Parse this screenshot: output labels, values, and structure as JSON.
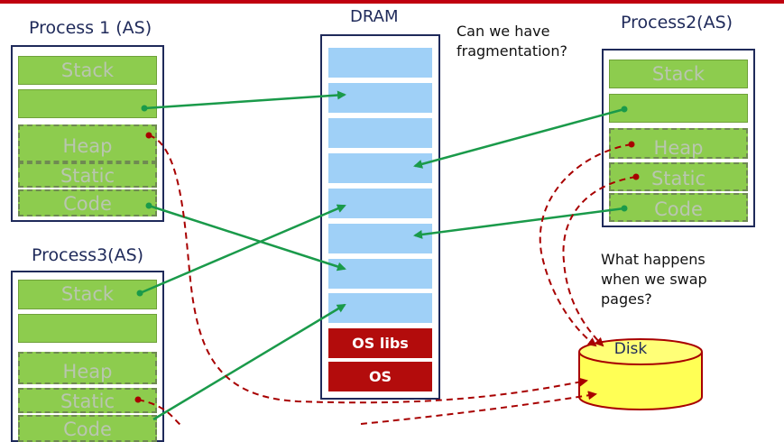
{
  "dram": {
    "title": "DRAM",
    "os_libs": "OS libs",
    "os": "OS"
  },
  "process1": {
    "title": "Process 1 (AS)",
    "stack": "Stack",
    "heap": "Heap",
    "static": "Static",
    "code": "Code"
  },
  "process2": {
    "title": "Process2(AS)",
    "stack": "Stack",
    "heap": "Heap",
    "static": "Static",
    "code": "Code"
  },
  "process3": {
    "title": "Process3(AS)",
    "stack": "Stack",
    "heap": "Heap",
    "static": "Static",
    "code": "Code"
  },
  "notes": {
    "fragmentation": "Can we have fragmentation?",
    "swap": "What happens when we swap pages?"
  },
  "disk": {
    "label": "Disk"
  },
  "colors": {
    "segment": "#8dcc4e",
    "frame": "#9fd0f7",
    "os_block": "#b30c0c",
    "mapping_arrow": "#1a9a4a",
    "swap_arrow": "#a80000",
    "disk": "#ffff55"
  }
}
